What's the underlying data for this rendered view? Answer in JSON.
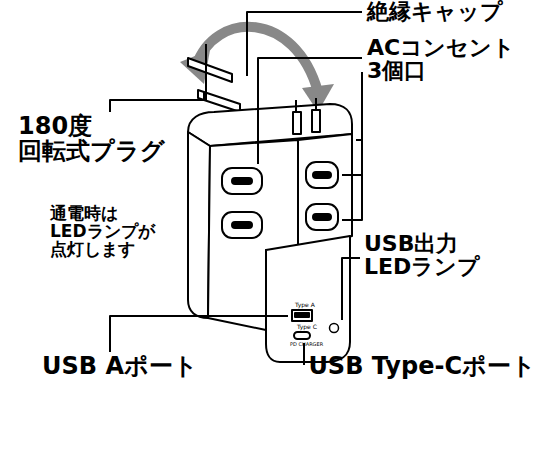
{
  "diagram": {
    "labels": [
      "絶縁キャップ",
      "ACコンセント 3個口",
      "180度 回転式プラグ",
      "通電時は LEDランプが 点灯します",
      "USB出力 LEDランプ",
      "USB Aポート",
      "USB Type-Cポート",
      "Type A",
      "Type C",
      "PD CHARGER"
    ]
  }
}
